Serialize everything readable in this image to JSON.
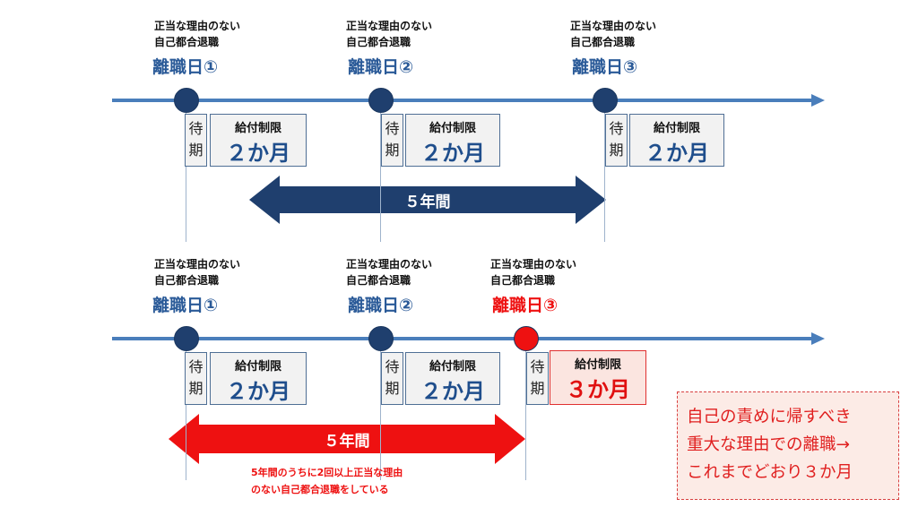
{
  "colors": {
    "axis": "#4a7ebb",
    "navy": "#1f3f6e",
    "red": "#ee1111"
  },
  "top": {
    "events": [
      {
        "reason_line1": "正当な理由のない",
        "reason_line2": "自己都合退職",
        "label": "離職日①",
        "wait": "待期",
        "limit_title": "給付制限",
        "limit_value": "２か月"
      },
      {
        "reason_line1": "正当な理由のない",
        "reason_line2": "自己都合退職",
        "label": "離職日②",
        "wait": "待期",
        "limit_title": "給付制限",
        "limit_value": "２か月"
      },
      {
        "reason_line1": "正当な理由のない",
        "reason_line2": "自己都合退職",
        "label": "離職日③",
        "wait": "待期",
        "limit_title": "給付制限",
        "limit_value": "２か月"
      }
    ],
    "span_label": "５年間"
  },
  "bottom": {
    "events": [
      {
        "reason_line1": "正当な理由のない",
        "reason_line2": "自己都合退職",
        "label": "離職日①",
        "wait": "待期",
        "limit_title": "給付制限",
        "limit_value": "２か月"
      },
      {
        "reason_line1": "正当な理由のない",
        "reason_line2": "自己都合退職",
        "label": "離職日②",
        "wait": "待期",
        "limit_title": "給付制限",
        "limit_value": "２か月"
      },
      {
        "reason_line1": "正当な理由のない",
        "reason_line2": "自己都合退職",
        "label": "離職日③",
        "wait": "待期",
        "limit_title": "給付制限",
        "limit_value": "３か月"
      }
    ],
    "span_label": "５年間",
    "note_line1": "5年間のうちに2回以上正当な理由",
    "note_line2": "のない自己都合退職をしている"
  },
  "callout": {
    "line1": "自己の責めに帰すべき",
    "line2": "重大な理由での離職→",
    "line3": "これまでどおり３か月"
  }
}
